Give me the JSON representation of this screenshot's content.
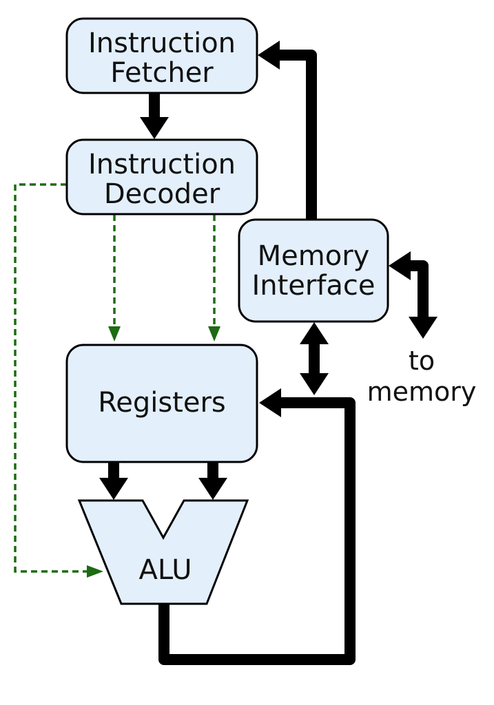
{
  "diagram": {
    "blocks": {
      "instruction_fetcher": {
        "line1": "Instruction",
        "line2": "Fetcher"
      },
      "instruction_decoder": {
        "line1": "Instruction",
        "line2": "Decoder"
      },
      "memory_interface": {
        "line1": "Memory",
        "line2": "Interface"
      },
      "registers": {
        "label": "Registers"
      },
      "alu": {
        "label": "ALU"
      }
    },
    "annotation": {
      "line1": "to",
      "line2": "memory"
    },
    "colors": {
      "block_fill": "#e3effb",
      "block_border": "#000000",
      "data_path": "#000000",
      "control_path": "#1d6b12"
    }
  }
}
